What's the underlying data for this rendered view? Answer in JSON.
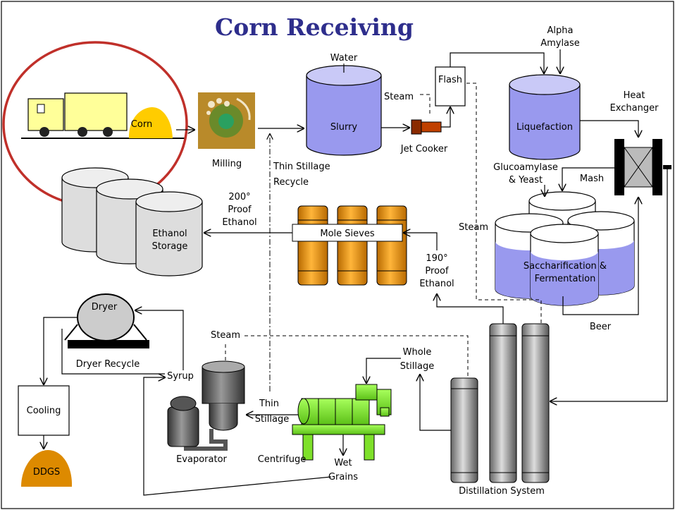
{
  "title": "Corn Receiving",
  "colors": {
    "tank_fill": "#9999ee",
    "tank_top": "#c9c9f7",
    "corn": "#ffcc00",
    "truck": "#ffff99",
    "circle": "#c0302a",
    "barrel": "#f0a020",
    "ddgs": "#dd8a00",
    "centrifuge": "#7ee02a",
    "column": "#888888",
    "title": "#2e2e8c"
  },
  "labels": {
    "corn": "Corn",
    "milling": "Milling",
    "water": "Water",
    "slurry": "Slurry",
    "steam_top": "Steam",
    "jet_cooker": "Jet Cooker",
    "flash": "Flash",
    "alpha_1": "Alpha",
    "alpha_2": "Amylase",
    "liquefaction": "Liquefaction",
    "heat_exchanger_1": "Heat",
    "heat_exchanger_2": "Exchanger",
    "thin_stillage_recycle_1": "Thin Stillage",
    "thin_stillage_recycle_2": "Recycle",
    "glucoamylase_1": "Glucoamylase",
    "glucoamylase_2": "& Yeast",
    "mash": "Mash",
    "proof200_1": "200°",
    "proof200_2": "Proof",
    "proof200_3": "Ethanol",
    "ethanol_storage_1": "Ethanol",
    "ethanol_storage_2": "Storage",
    "mole_sieves": "Mole Sieves",
    "steam_mid": "Steam",
    "proof190_1": "190°",
    "proof190_2": "Proof",
    "proof190_3": "Ethanol",
    "saccharification_1": "Saccharification &",
    "saccharification_2": "Fermentation",
    "dryer": "Dryer",
    "beer": "Beer",
    "steam_low": "Steam",
    "whole_stillage_1": "Whole",
    "whole_stillage_2": "Stillage",
    "dryer_recycle": "Dryer Recycle",
    "syrup": "Syrup",
    "cooling": "Cooling",
    "thin_stillage_1": "Thin",
    "thin_stillage_2": "Stillage",
    "evaporator": "Evaporator",
    "centrifuge": "Centrifuge",
    "wet_grains_1": "Wet",
    "wet_grains_2": "Grains",
    "ddgs": "DDGS",
    "distillation": "Distillation System"
  }
}
